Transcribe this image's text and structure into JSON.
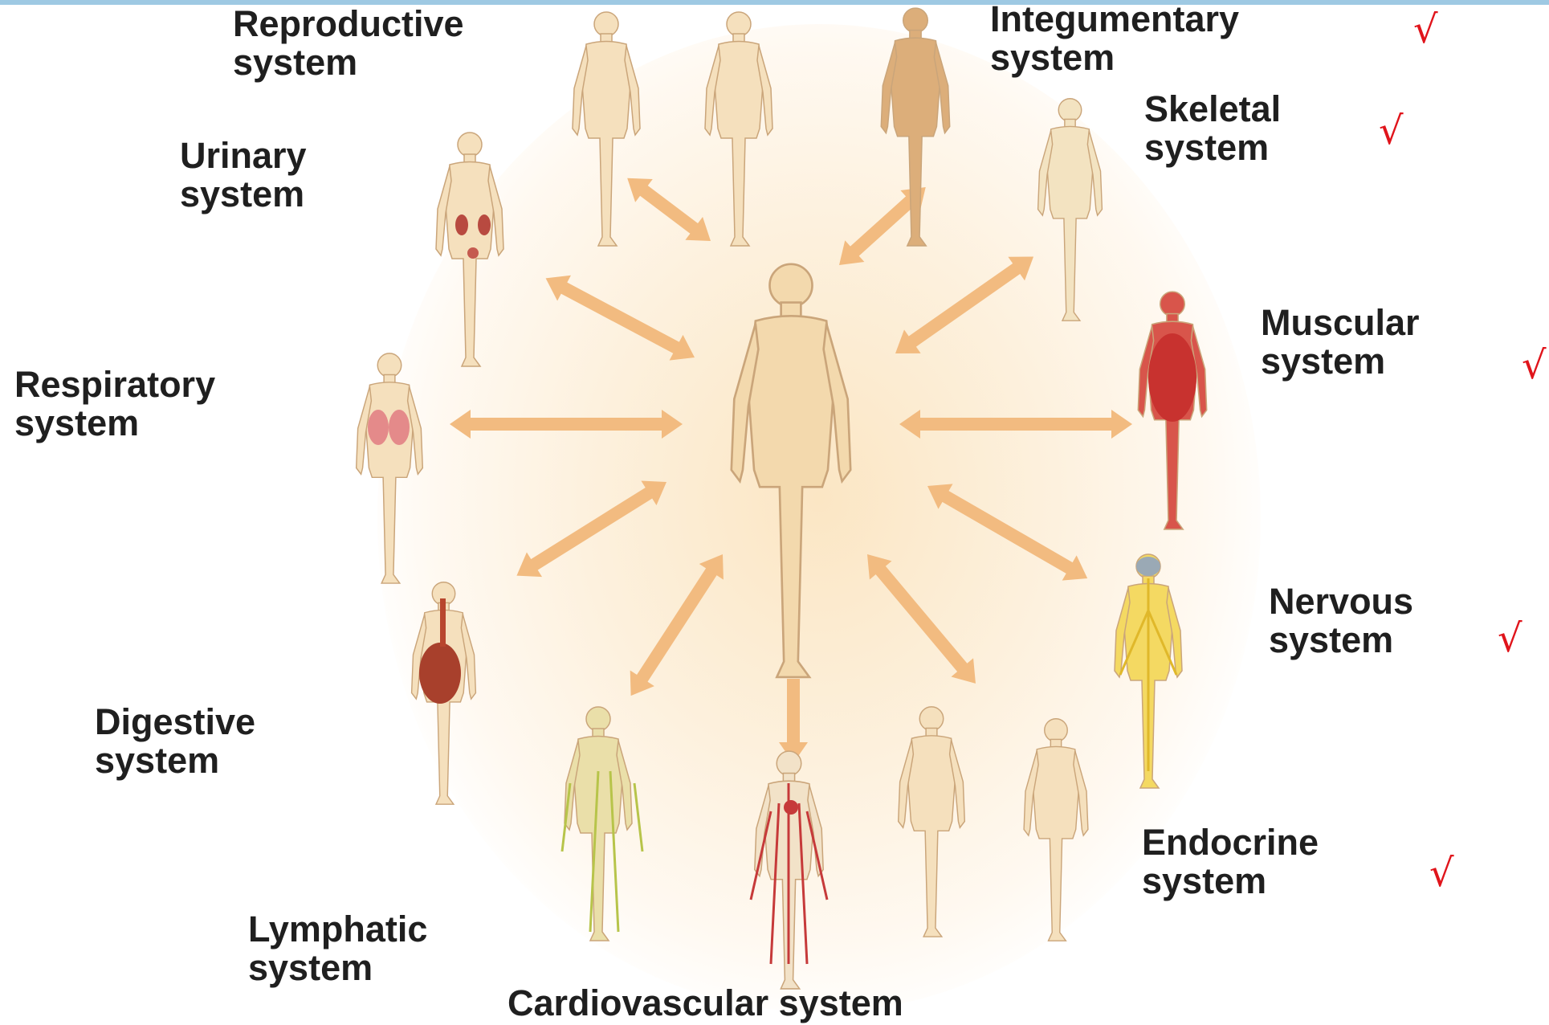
{
  "labels": {
    "reproductive": [
      "Reproductive",
      "system"
    ],
    "integumentary": [
      "Integumentary",
      "system"
    ],
    "urinary": [
      "Urinary",
      "system"
    ],
    "skeletal": [
      "Skeletal",
      "system"
    ],
    "muscular": [
      "Muscular",
      "system"
    ],
    "respiratory": [
      "Respiratory",
      "system"
    ],
    "nervous": [
      "Nervous",
      "system"
    ],
    "digestive": [
      "Digestive",
      "system"
    ],
    "endocrine": [
      "Endocrine",
      "system"
    ],
    "lymphatic": [
      "Lymphatic",
      "system"
    ],
    "cardiovascular": "Cardiovascular system"
  },
  "check_mark": "√",
  "colors": {
    "skin": "#f4ddb5",
    "outline": "#caa57a",
    "arrow_light": "#f7d59a",
    "arrow_dark": "#ef9a70",
    "muscle": "#cf3b3b",
    "nerve": "#f3d24a",
    "check": "#e0141b",
    "topbar": "#9ec9e3"
  }
}
